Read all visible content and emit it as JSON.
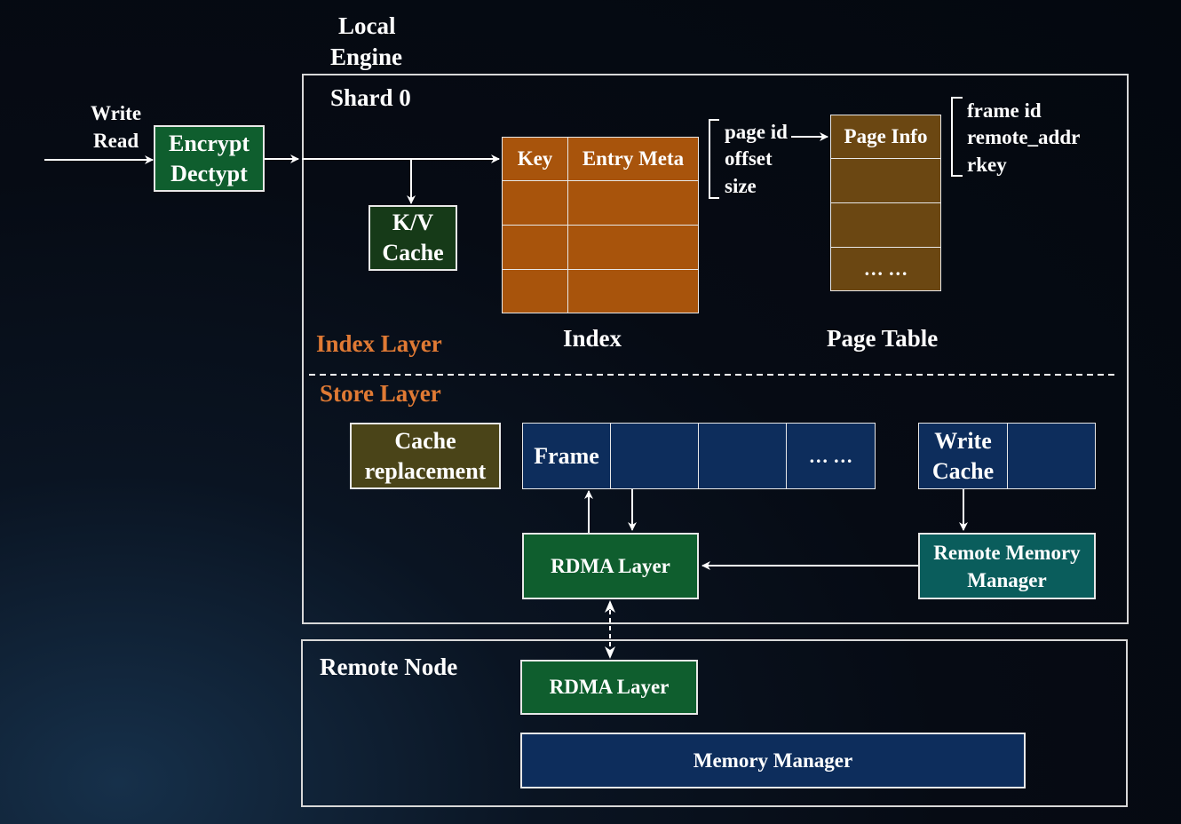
{
  "title": {
    "line1": "Local",
    "line2": "Engine"
  },
  "shard_label": "Shard 0",
  "input": {
    "write": "Write",
    "read": "Read"
  },
  "encrypt": {
    "line1": "Encrypt",
    "line2": "Dectypt"
  },
  "kv_cache": {
    "line1": "K/V",
    "line2": "Cache"
  },
  "index": {
    "col_key": "Key",
    "col_meta": "Entry Meta",
    "label": "Index"
  },
  "entry_fields": [
    "page id",
    "offset",
    "size"
  ],
  "page_table": {
    "header": "Page Info",
    "ellipsis": "… …",
    "label": "Page Table"
  },
  "page_info_fields": [
    "frame id",
    "remote_addr",
    "rkey"
  ],
  "index_layer": "Index Layer",
  "store_layer": "Store Layer",
  "cache_replacement": {
    "line1": "Cache",
    "line2": "replacement"
  },
  "frame": {
    "label": "Frame",
    "ellipsis": "… …"
  },
  "write_cache": {
    "line1": "Write",
    "line2": "Cache"
  },
  "rdma_local": "RDMA Layer",
  "remote_memory_manager": {
    "line1": "Remote Memory",
    "line2": "Manager"
  },
  "remote_node": "Remote Node",
  "rdma_remote": "RDMA Layer",
  "memory_manager": "Memory Manager",
  "colors": {
    "green": "#0f5e2e",
    "orange_cell": "#a8540c",
    "brown_cell": "#6b4712",
    "navy": "#0d2d5c",
    "teal": "#0a5d5c",
    "olive": "#4a4418",
    "layer_label": "#e07a34"
  }
}
